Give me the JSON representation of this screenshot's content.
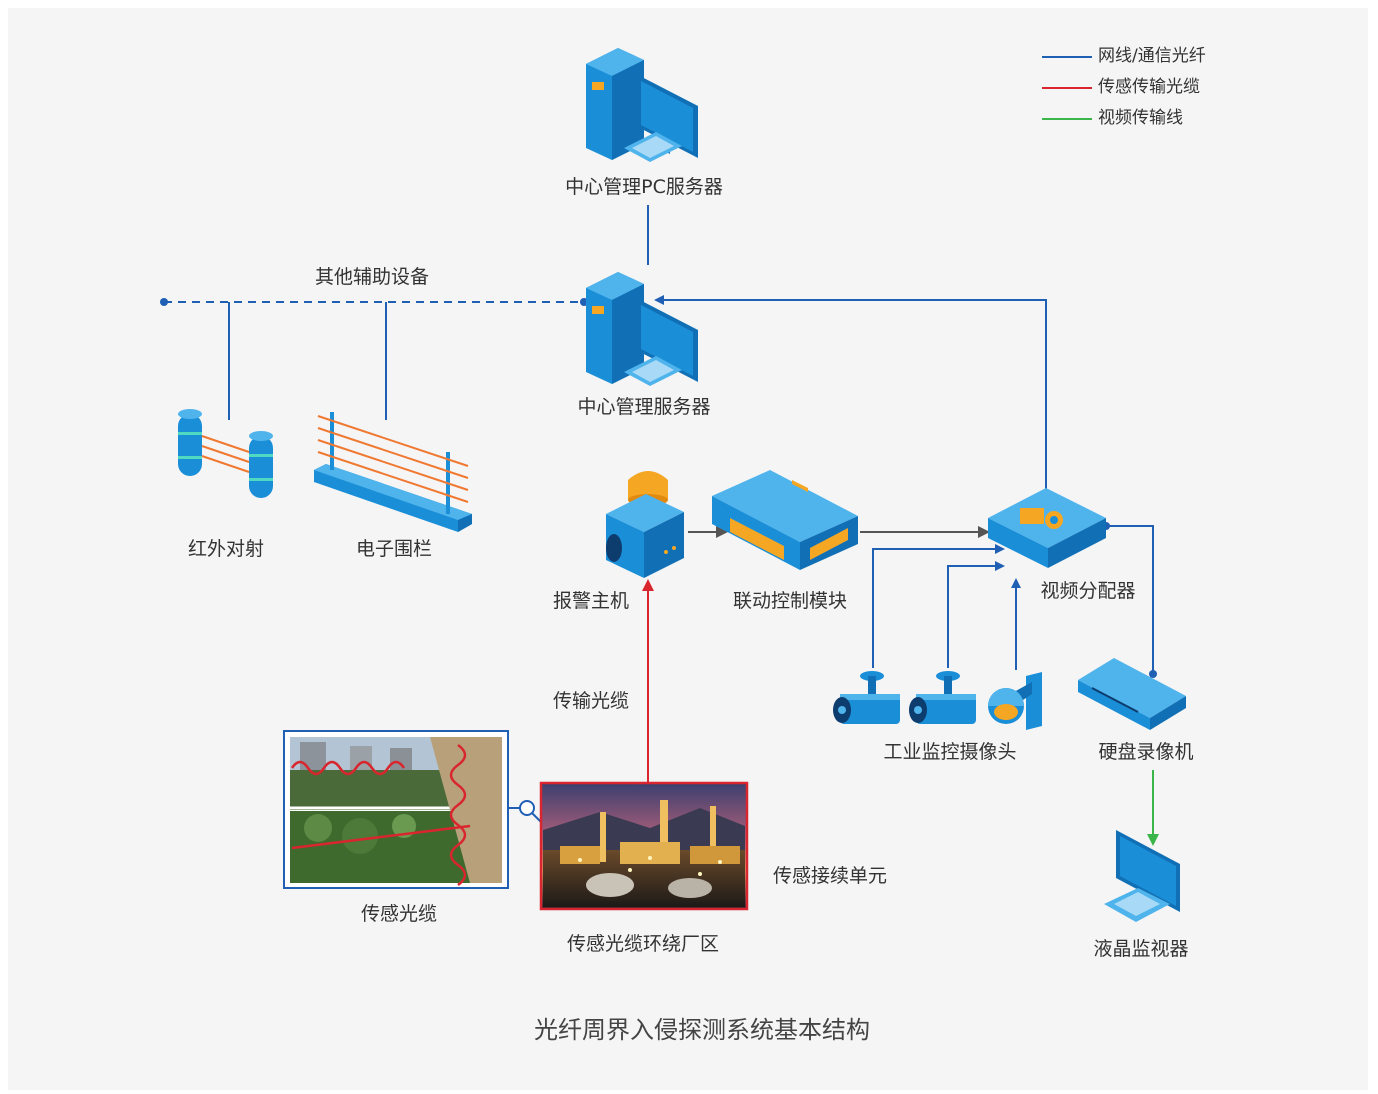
{
  "legend": [
    {
      "label": "网线/通信光纤",
      "color": "#1f5fb4"
    },
    {
      "label": "传感传输光缆",
      "color": "#d9262e"
    },
    {
      "label": "视频传输线",
      "color": "#3ab54a"
    }
  ],
  "nodes": {
    "pc_server": "中心管理PC服务器",
    "aux_devices": "其他辅助设备",
    "mgmt_server": "中心管理服务器",
    "infrared": "红外对射",
    "fence": "电子围栏",
    "alarm_host": "报警主机",
    "linkage_module": "联动控制模块",
    "video_distributor": "视频分配器",
    "cameras": "工业监控摄像头",
    "dvr": "硬盘录像机",
    "transmission_cable": "传输光缆",
    "sensing_cable": "传感光缆",
    "splice_unit": "传感接续单元",
    "plant_area": "传感光缆环绕厂区",
    "lcd_monitor": "液晶监视器"
  },
  "caption": "光纤周界入侵探测系统基本结构",
  "colors": {
    "network": "#1f5fb4",
    "sensing": "#d9262e",
    "video": "#3ab54a",
    "device": "#1a8fd8",
    "accent": "#f5a623"
  }
}
